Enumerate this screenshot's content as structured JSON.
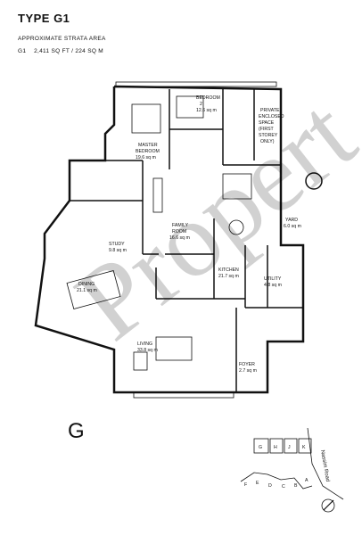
{
  "header": {
    "title": "TYPE G1",
    "subtitle": "APPROXIMATE STRATA AREA",
    "unit_code": "G1",
    "area_text": "2,411 SQ FT / 224 SQ M"
  },
  "rooms": {
    "bedroom2": {
      "name": "BEDROOM",
      "number": "2",
      "area": "12.6 sq m"
    },
    "private": {
      "line1": "PRIVATE",
      "line2": "ENCLOSED",
      "line3": "SPACE",
      "line4": "(FIRST",
      "line5": "STOREY",
      "line6": "ONLY)"
    },
    "master": {
      "line1": "MASTER",
      "line2": "BEDROOM",
      "area": "19.6 sq m"
    },
    "family": {
      "line1": "FAMILY",
      "line2": "ROOM",
      "area": "16.6 sq m"
    },
    "yard": {
      "name": "YARD",
      "area": "6.0 sq m"
    },
    "study": {
      "name": "STUDY",
      "area": "9.8 sq m"
    },
    "dining": {
      "name": "DINING",
      "area": "21.1 sq m"
    },
    "kitchen": {
      "name": "KITCHEN",
      "area": "21.7 sq m"
    },
    "utility": {
      "name": "UTILITY",
      "area": "4.8 sq m"
    },
    "living": {
      "name": "LIVING",
      "area": "33.8 sq m"
    },
    "foyer": {
      "name": "FOYER",
      "area": "2.7 sq m"
    }
  },
  "block_label": "G",
  "keyplan": {
    "road": "Nassim Road",
    "blocks": [
      "G",
      "H",
      "J",
      "K",
      "A",
      "B",
      "C",
      "D",
      "E",
      "F"
    ]
  },
  "watermark": "Propert"
}
